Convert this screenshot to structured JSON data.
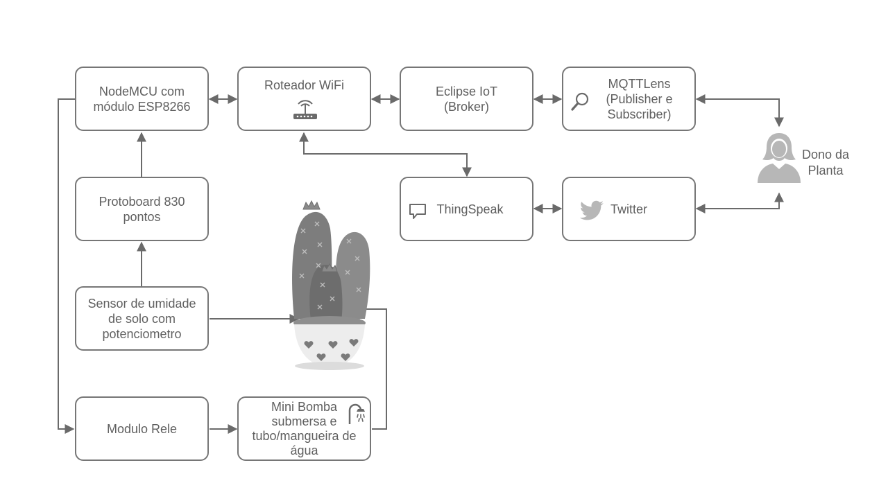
{
  "nodes": {
    "nodemcu": "NodeMCU com\nmódulo ESP8266",
    "router": "Roteador WiFi",
    "eclipse": "Eclipse IoT\n(Broker)",
    "mqttlens": "MQTTLens\n(Publisher e\nSubscriber)",
    "owner": "Dono da\nPlanta",
    "protoboard": "Protoboard 830\npontos",
    "thingspeak": "ThingSpeak",
    "twitter": "Twitter",
    "sensor": "Sensor de umidade\nde solo com\npotenciometro",
    "relay": "Modulo Rele",
    "pump": "Mini Bomba\nsubmersa e\ntubo/mangueira de\nágua"
  },
  "icons": {
    "router": "router-wifi-icon",
    "search": "search-icon",
    "chat": "chat-bubble-icon",
    "bird": "bird-icon",
    "shower": "shower-icon",
    "person": "person-icon",
    "cactus": "cactus-plant-icon"
  },
  "colors": {
    "stroke": "#767676",
    "text": "#5f5f5f",
    "icon": "#b7b7b7"
  }
}
